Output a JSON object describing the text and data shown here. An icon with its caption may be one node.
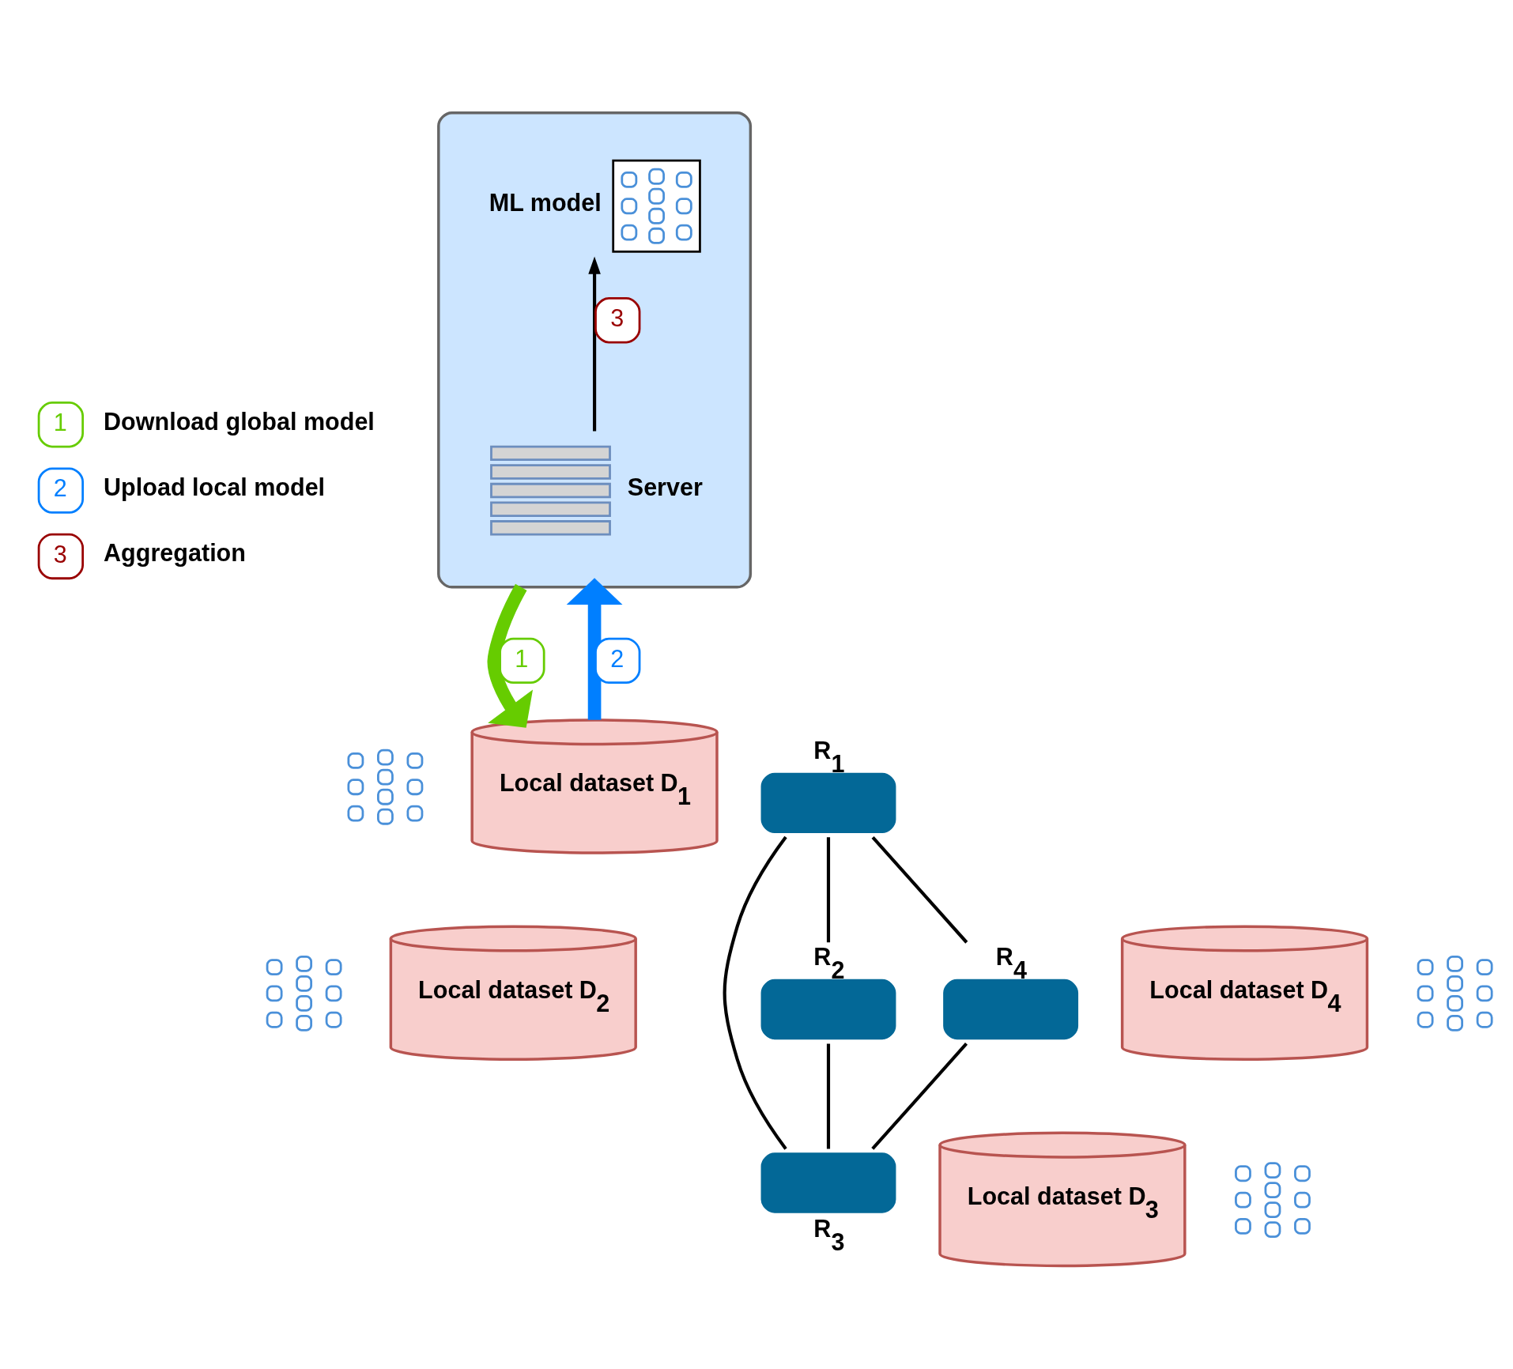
{
  "diagram": {
    "nodes": [
      {
        "text": [],
        "shape": "cloud"
      },
      {
        "text": [
          "ML model"
        ],
        "in": 0
      },
      {
        "text": [
          "Server"
        ],
        "in": 0
      },
      {
        "text": [],
        "shape": "picture"
      },
      {
        "text": [
          "Local dataset D$_{1}$"
        ]
      },
      {
        "text": [
          "R$_{1}$"
        ]
      },
      {
        "text": [],
        "shape": "picture"
      },
      {
        "text": [
          "Local dataset D$_{2}$"
        ]
      },
      {
        "text": [
          "R$_{2}$"
        ]
      },
      {
        "text": [
          "R$_{4}$"
        ]
      },
      {
        "text": [
          "Local dataset D$_{4}$"
        ]
      },
      {
        "text": [],
        "shape": "picture"
      },
      {
        "text": [
          "R$_{3}$"
        ]
      },
      {
        "text": [
          "Local dataset D$_{3}$"
        ]
      },
      {
        "text": [],
        "shape": "picture"
      }
    ],
    "edges": [
      {
        "from": 2,
        "to": 1,
        "arrow": "to",
        "label": "3"
      },
      {
        "from": 0,
        "to": 4,
        "arrow": "to",
        "label": "1",
        "style": "thick",
        "color": "#66cc00"
      },
      {
        "from": 4,
        "to": 0,
        "arrow": "to",
        "label": "2",
        "style": "thick",
        "color": "#007fff"
      },
      {
        "from": 8,
        "to": 5,
        "arrow": "none"
      },
      {
        "from": 9,
        "to": 5,
        "arrow": "none"
      },
      {
        "from": 12,
        "to": 5,
        "arrow": "none"
      },
      {
        "from": 12,
        "to": 8,
        "arrow": "none"
      },
      {
        "from": 12,
        "to": 9,
        "arrow": "none"
      }
    ],
    "labels": [
      "1",
      "2",
      "3"
    ],
    "legend": [
      {
        "text": "Download global model",
        "color": "#66cc00"
      },
      {
        "text": "Upload local model",
        "color": "#007fff"
      },
      {
        "text": "Aggregation",
        "color": "#990000"
      }
    ]
  }
}
